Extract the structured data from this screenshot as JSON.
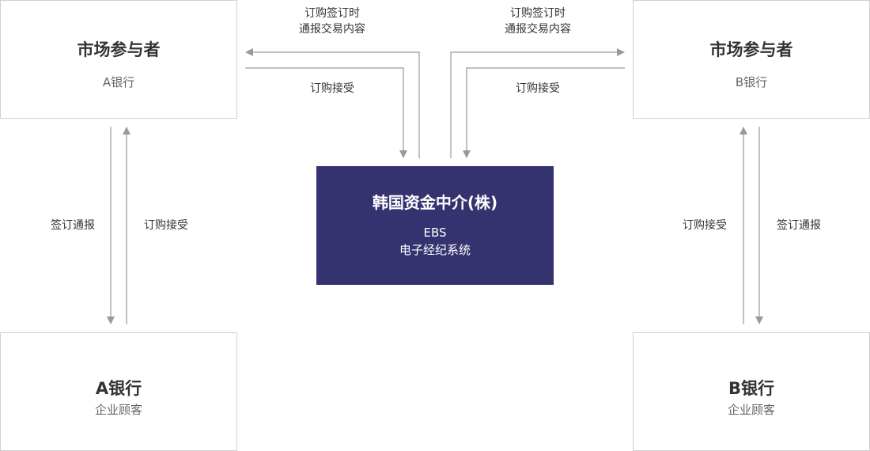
{
  "top_left": {
    "title": "市场参与者",
    "subtitle": "A银行"
  },
  "top_right": {
    "title": "市场参与者",
    "subtitle": "B银行"
  },
  "bottom_left": {
    "title": "A银行",
    "subtitle": "企业顾客"
  },
  "bottom_right": {
    "title": "B银行",
    "subtitle": "企业顾客"
  },
  "center": {
    "title": "韩国资金中介(株)",
    "line1": "EBS",
    "line2": "电子经纪系统"
  },
  "labels": {
    "top_left_notify_1": "订购签订时",
    "top_left_notify_2": "通报交易内容",
    "top_left_accept": "订购接受",
    "top_right_notify_1": "订购签订时",
    "top_right_notify_2": "通报交易内容",
    "top_right_accept": "订购接受",
    "left_notify": "签订通报",
    "left_accept": "订购接受",
    "right_accept": "订购接受",
    "right_notify": "签订通报"
  },
  "colors": {
    "center_bg": "#353270",
    "arrow": "#999999",
    "border": "#d0d0d0"
  }
}
